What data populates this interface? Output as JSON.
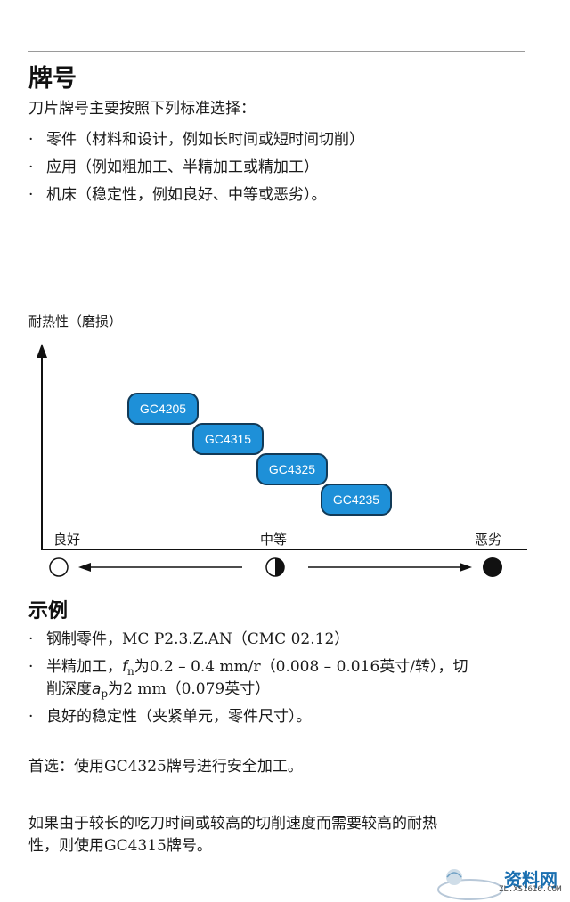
{
  "heading": "牌号",
  "intro": "刀片牌号主要按照下列标准选择：",
  "criteria": [
    "零件（材料和设计，例如长时间或短时间切削）",
    "应用（例如粗加工、半精加工或精加工）",
    "机床（稳定性，例如良好、中等或恶劣）。"
  ],
  "chart": {
    "ylabel": "耐热性（磨损）",
    "stability_labels": [
      "良好",
      "中等",
      "恶劣"
    ],
    "grades": [
      "GC4205",
      "GC4315",
      "GC4325",
      "GC4235"
    ],
    "box_color": "#1e90d8"
  },
  "chart_data": {
    "type": "scatter",
    "title": "",
    "xlabel": "",
    "ylabel": "耐热性（磨损）",
    "x_categories": [
      "良好",
      "中等",
      "恶劣"
    ],
    "points": [
      {
        "label": "GC4205"
      },
      {
        "label": "GC4315"
      },
      {
        "label": "GC4325"
      },
      {
        "label": "GC4235"
      }
    ]
  },
  "example_heading": "示例",
  "example": {
    "line1": "钢制零件，MC P2.3.Z.AN（CMC 02.12）",
    "line2_pre": "半精加工，",
    "fn_sym": "f",
    "fn_sub": "n",
    "line2_post": "为0.2 – 0.4 mm/r（0.008 – 0.016英寸/转），切",
    "line3_pre": "削深度",
    "ap_sym": "a",
    "ap_sub": "p",
    "line3_post": "为2 mm（0.079英寸）",
    "line4": "良好的稳定性（夹紧单元，零件尺寸）。"
  },
  "preferred": "首选：使用GC4325牌号进行安全加工。",
  "alternative_line1": "如果由于较长的吃刀时间或较高的切削速度而需要较高的耐热",
  "alternative_line2": "性，则使用GC4315牌号。",
  "watermark_text": "资料网",
  "watermark_url": "ZL.XS1616.COM"
}
